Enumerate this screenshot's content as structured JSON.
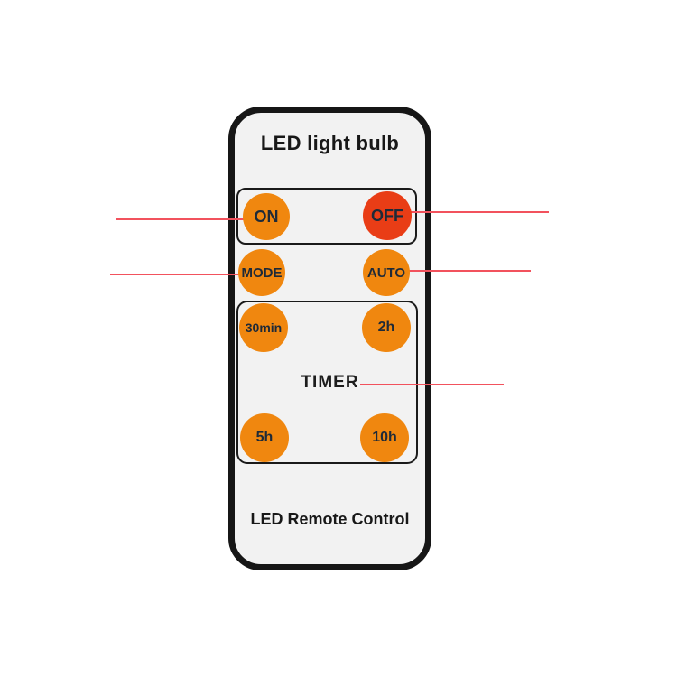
{
  "remote": {
    "title": "LED light bulb",
    "footer": "LED Remote Control",
    "power_buttons": [
      {
        "label": "ON",
        "color": "#f0870f"
      },
      {
        "label": "OFF",
        "color": "#e93d16"
      }
    ],
    "function_buttons": [
      {
        "label": "MODE",
        "color": "#f0870f"
      },
      {
        "label": "AUTO",
        "color": "#f0870f"
      }
    ],
    "timer": {
      "label": "TIMER",
      "buttons": [
        {
          "label": "30min",
          "color": "#f0870f"
        },
        {
          "label": "2h",
          "color": "#f0870f"
        },
        {
          "label": "5h",
          "color": "#f0870f"
        },
        {
          "label": "10h",
          "color": "#f0870f"
        }
      ]
    },
    "colors": {
      "body_background": "#f2f2f2",
      "body_border": "#161616",
      "button_text": "#1e2a38",
      "annotation_line": "#f2525d"
    }
  },
  "annotations": {
    "lines": [
      {
        "target": "ON"
      },
      {
        "target": "OFF"
      },
      {
        "target": "MODE"
      },
      {
        "target": "AUTO"
      },
      {
        "target": "TIMER"
      }
    ]
  }
}
